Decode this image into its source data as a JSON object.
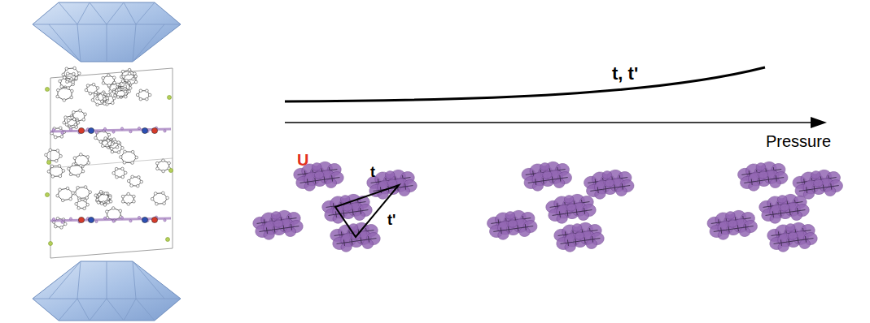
{
  "diagram": {
    "labels": [
      "t, t'",
      "Pressure",
      "U",
      "t",
      "t'"
    ]
  }
}
